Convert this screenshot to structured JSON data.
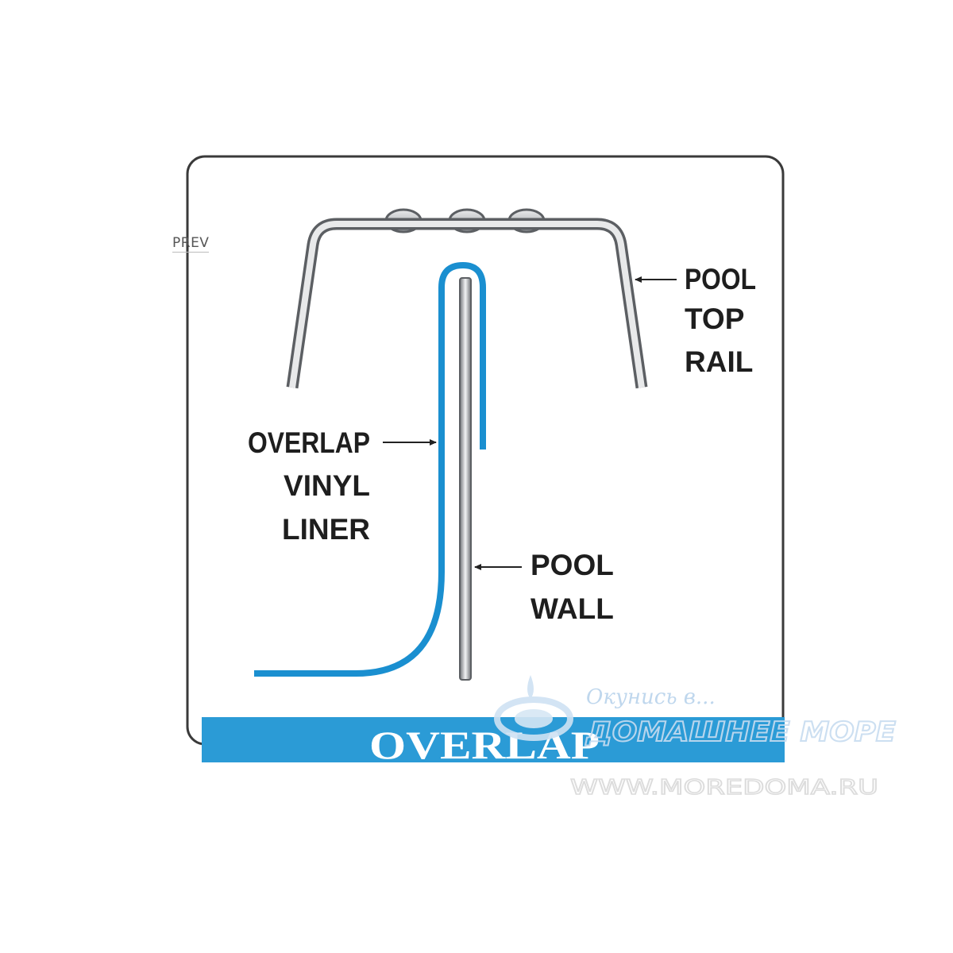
{
  "nav": {
    "prev_label": "PREV"
  },
  "diagram": {
    "labels": {
      "top_rail": [
        "POOL",
        "TOP",
        "RAIL"
      ],
      "liner": [
        "OVERLAP",
        "VINYL",
        "LINER"
      ],
      "wall": [
        "POOL",
        "WALL"
      ]
    },
    "banner": "OVERLAP"
  },
  "watermark": {
    "tagline": "Окунись в...",
    "brand": "ДОМАШНЕЕ МОРЕ",
    "url": "WWW.MOREDOMA.RU"
  },
  "colors": {
    "liner": "#1a8fd0",
    "banner": "#2b9bd6",
    "metal": "#8f9296",
    "frame": "#3a3a3a",
    "watermark": "#c9dff1"
  }
}
